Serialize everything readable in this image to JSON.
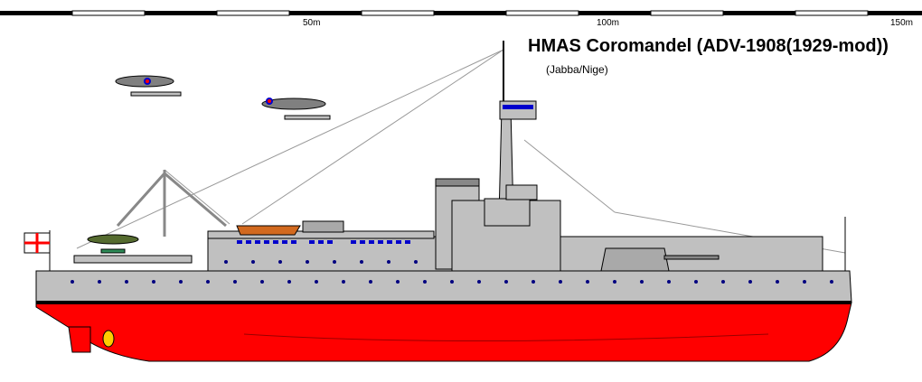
{
  "title": "HMAS Coromandel  (ADV-1908(1929-mod))",
  "author": "(Jabba/Nige)",
  "scale": {
    "labels": [
      "50m",
      "100m",
      "150m"
    ]
  },
  "colors": {
    "hull_lower": "#ff0000",
    "hull_upper": "#c0c0c0",
    "boot_top": "#000000",
    "water": "#ffffff",
    "portholes": "#000080",
    "windows": "#0000cc",
    "boat": "#d2691e",
    "propeller": "#ffcc00"
  }
}
